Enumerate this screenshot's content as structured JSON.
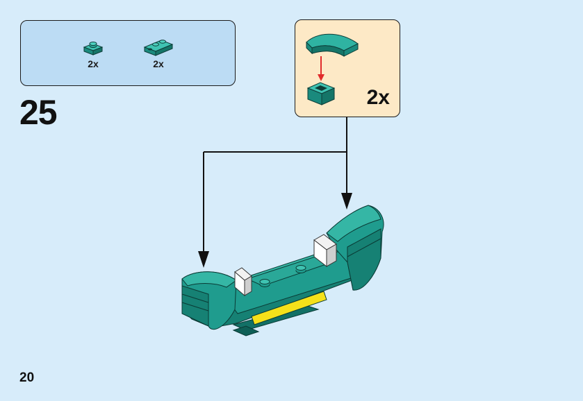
{
  "step": {
    "number": "25"
  },
  "page": {
    "number": "20"
  },
  "parts_list": {
    "items": [
      {
        "icon": "plate-1x1-icon",
        "count": "2x"
      },
      {
        "icon": "plate-1x2-inverted-icon",
        "count": "2x"
      }
    ]
  },
  "submodel": {
    "count": "2x"
  },
  "colors": {
    "background": "#d7ecfa",
    "parts_box": "#bcdcf4",
    "submodel_box": "#fde9c6",
    "brick_teal": "#1f9c8e",
    "accent_yellow": "#f5e11a",
    "arrow_red": "#e12b2b"
  }
}
